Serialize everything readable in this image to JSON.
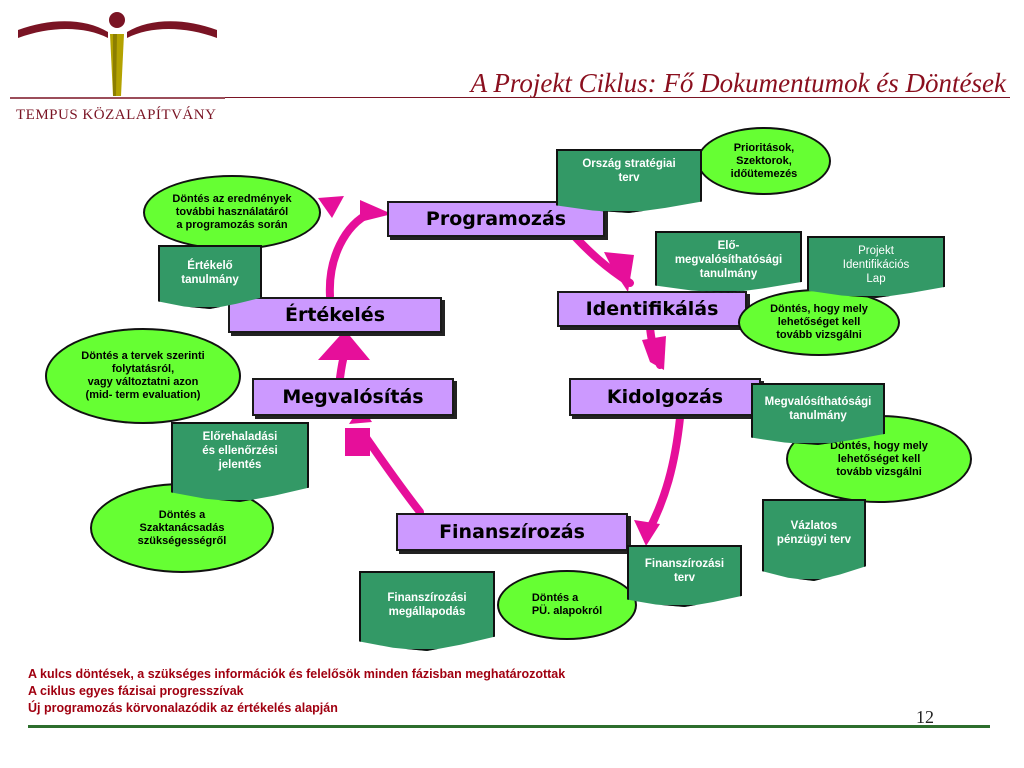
{
  "logo": {
    "name": "TEMPUS KÖZALAPÍTVÁNY"
  },
  "title": "A Projekt Ciklus: Fő Dokumentumok és  Döntések",
  "phases": {
    "programozas": "Programozás",
    "identifikalas": "Identifikálás",
    "kidolgozas": "Kidolgozás",
    "finanszirozas": "Finanszírozás",
    "megvalositas": "Megvalósítás",
    "ertekeles": "Értékelés"
  },
  "decisions": {
    "prioritasok": "Prioritások,\nSzektorok,\nidőütemezés",
    "ertekeles_dontes": "Döntés az eredmények\n további használatáról\na programozás során",
    "identifikalas_dontes": "Döntés, hogy mely\nlehetőséget kell\ntovább vizsgálni",
    "kidolgozas_dontes": "Döntés, hogy mely\nlehetőséget kell\ntovább vizsgálni",
    "megvalositas_dontes": "Döntés a tervek szerinti\nfolytatásról,\nvagy változtatni azon\n(mid- term evaluation)",
    "szaktanacsadas": "Döntés a\nSzaktanácsadás\nszükségességről",
    "pu_alapok": "Döntés a\nPÜ. alapokról"
  },
  "documents": {
    "orszag": "Ország stratégiai\nterv",
    "elomegvalosithatosagi": "Elő-\nmegvalósíthatósági\ntanulmány",
    "projekt_lap": "Projekt\nIdentifikációs\nLap",
    "ertekelo": "Értékelő\ntanulmány",
    "megvalosithatosagi": "Megvalósíthatósági\ntanulmány",
    "elorehaladasi": "Előrehaladási\nés ellenőrzési\njelentés",
    "vazlatos": "Vázlatos\npénzügyi terv",
    "finanszirozasi_terv": "Finanszírozási\nterv",
    "finanszirozasi_megallapodas": "Finanszírozási\nmegállapodás"
  },
  "footer": {
    "line1": "A kulcs döntések, a szükséges információk és felelősök minden fázisban meghatározottak",
    "line2": "A ciklus egyes fázisai progresszívak",
    "line3": "Új programozás körvonalazódik az értékelés alapján"
  },
  "page_number": "12",
  "colors": {
    "phase_fill": "#cc99ff",
    "decision_fill": "#66ff33",
    "document_fill": "#339966",
    "arrow": "#e60f9a",
    "title": "#8a0f1e",
    "footer_text": "#a00010",
    "rule": "#2d6e2d"
  }
}
